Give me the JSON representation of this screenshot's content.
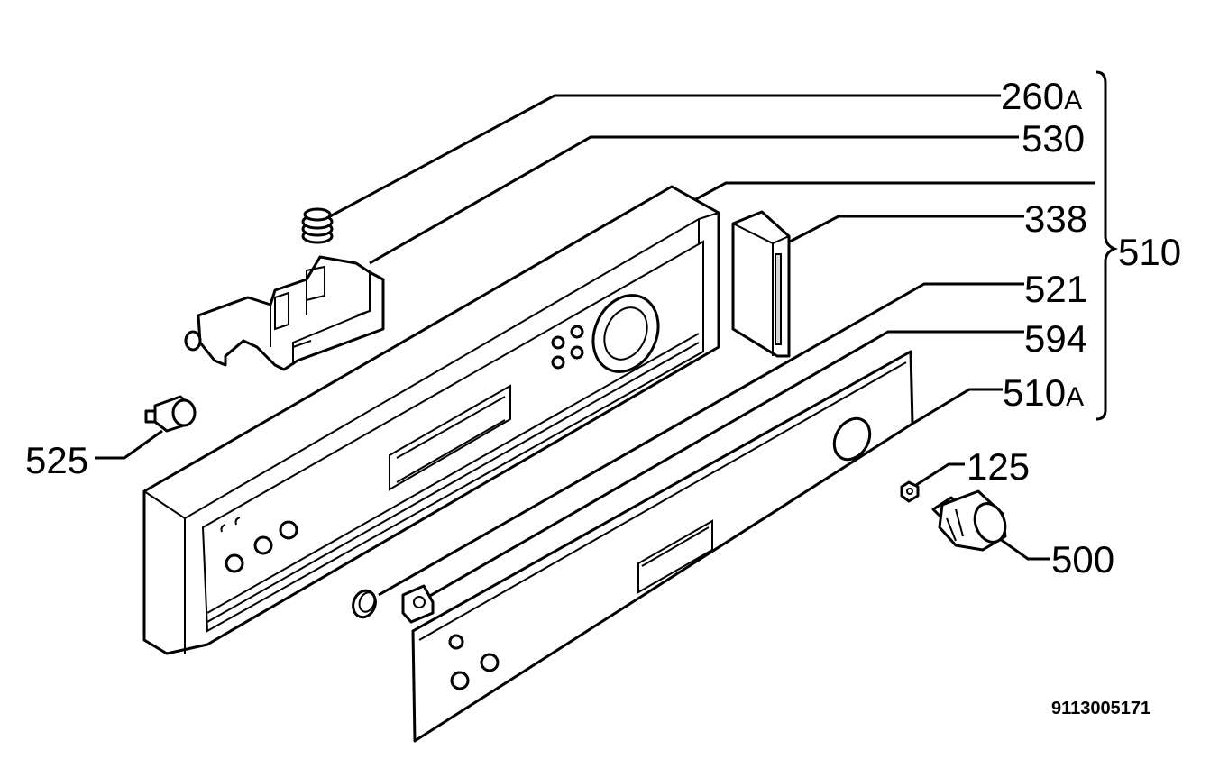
{
  "labels": {
    "l260": "260",
    "l260_suffix": "A",
    "l530": "530",
    "l338": "338",
    "l510": "510",
    "l521": "521",
    "l594": "594",
    "l510a": "510",
    "l510a_suffix": "A",
    "l125": "125",
    "l500": "500",
    "l525": "525"
  },
  "drawing_code": "9113005171"
}
